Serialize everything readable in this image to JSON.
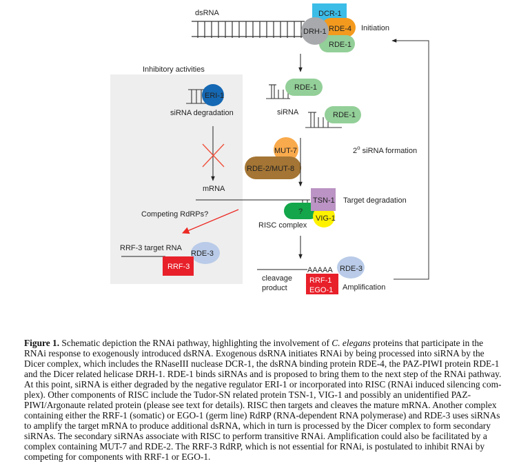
{
  "diagram": {
    "labels": {
      "dsrna": "dsRNA",
      "initiation": "Initiation",
      "inhibitory_activities": "Inhibitory activities",
      "sirna_degradation": "siRNA degradation",
      "sirna": "siRNA",
      "mrna": "mRNA",
      "secondary_formation_prefix": "2",
      "secondary_formation_sup": "o",
      "secondary_formation_suffix": " siRNA formation",
      "target_degradation": "Target degradation",
      "risc_complex": "RISC complex",
      "competing_rdrps": "Competing RdRPs?",
      "rrf3_target_rna": "RRF-3 target RNA",
      "cleavage": "cleavage",
      "product": "product",
      "poly_a": "AAAAA",
      "amplification": "Amplification"
    },
    "proteins": {
      "dcr1": "DCR-1",
      "rde4": "RDE-4",
      "drh1": "DRH-1",
      "rde1_initiation": "RDE-1",
      "eri1": "ERI-1",
      "rde1_sirna_a": "RDE-1",
      "rde1_sirna_b": "RDE-1",
      "mut7": "MUT-7",
      "rde2_mut8": "RDE-2/MUT-8",
      "tsn1": "TSN-1",
      "unknown": "?",
      "vig1": "VIG-1",
      "rde3_inhib": "RDE-3",
      "rrf3": "RRF-3",
      "rde3_amp": "RDE-3",
      "rrf1": "RRF-1",
      "ego1": "EGO-1"
    },
    "colors": {
      "dcr1": "#3cbde8",
      "rde4": "#f39a1e",
      "drh1": "#a7a9ac",
      "rde1": "#93cf98",
      "eri1": "#1568b3",
      "mut7": "#f9aa4c",
      "rde2_mut8": "#a47534",
      "tsn1": "#bb93c4",
      "unknown": "#13a64a",
      "vig1": "#fff200",
      "rde3": "#b9cbe8",
      "rrf": "#e8202a",
      "inhibitory_box": "#eeeeee",
      "block_cross": "#f0503c",
      "competing_arrow": "#ec2a24"
    }
  },
  "caption": {
    "figure_label": "Figure 1.",
    "lines": [
      " Schematic depiction the RNAi pathway, highlighting the involvement of ",
      "RNAi response to exogenously introduced dsRNA. Exogenous dsRNA initiates RNAi by being processed into siRNA by the",
      "Dicer complex, which includes the RNaseIII nuclease DCR-1, the dsRNA binding protein RDE-4, the PAZ-PIWI protein RDE-1",
      "and the Dicer related helicase DRH-1. RDE-1 binds siRNAs and is proposed to bring them to the next step of the RNAi pathway.",
      "At this point, siRNA is either degraded by the negative regulator ERI-1 or incorporated into RISC (RNAi induced silencing com-",
      "plex). Other components of RISC include the Tudor-SN related protein TSN-1, VIG-1 and possibly an unidentified PAZ-",
      "PIWI/Argonaute related protein (please see text for details). RISC then targets and cleaves the mature mRNA. Another complex",
      "containing either the RRF-1 (somatic) or EGO-1 (germ line) RdRP (RNA-dependent RNA polymerase) and RDE-3 uses siRNAs",
      "to amplify the target mRNA to produce additional dsRNA, which in turn is processed by the Dicer complex to form secondary",
      "siRNAs. The secondary siRNAs associate with RISC to perform transitive RNAi. Amplification could also be facilitated by a",
      "complex containing MUT-7 and RDE-2. The RRF-3 RdRP, which is not essential for RNAi, is postulated to inhibit RNAi by",
      "competing for components with RRF-1 or EGO-1."
    ],
    "species_italic": "C. elegans",
    "line1_tail": " proteins that participate in the"
  }
}
